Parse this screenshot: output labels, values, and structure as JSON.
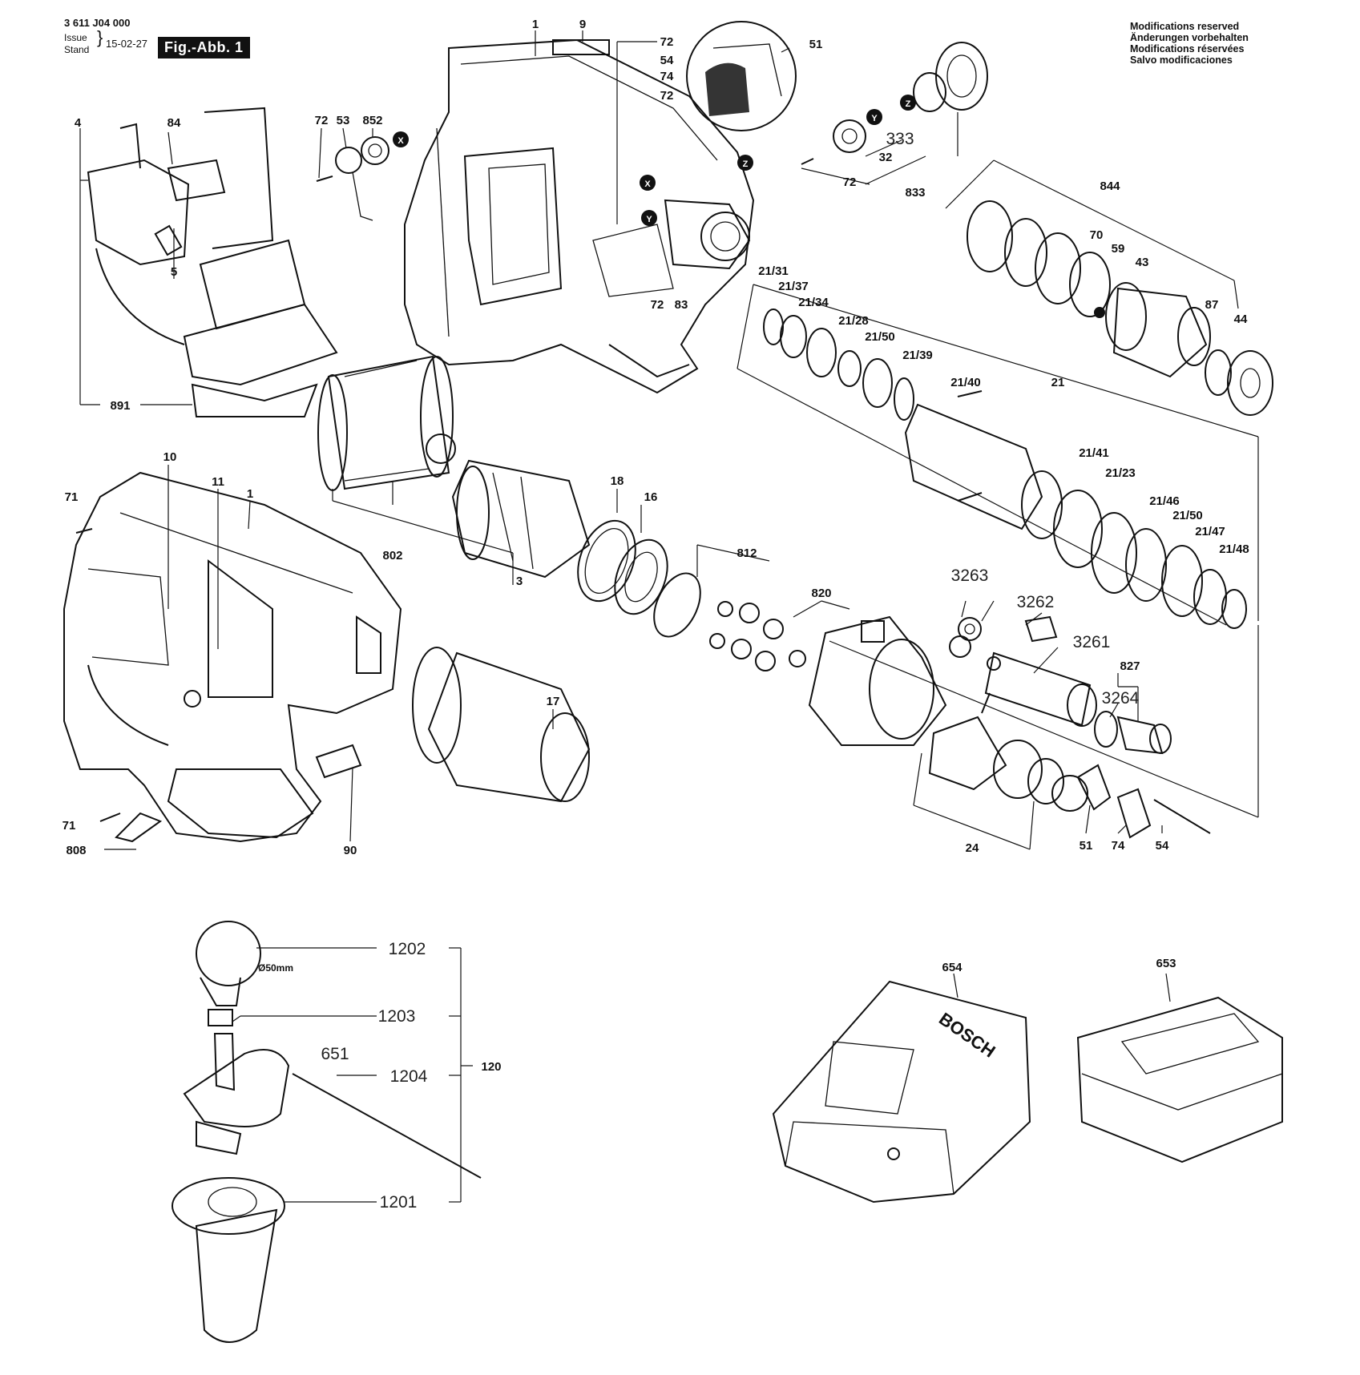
{
  "header": {
    "doc_number": "3 611 J04 000",
    "issue_label": "Issue",
    "stand_label": "Stand",
    "issue_date": "15-02-27",
    "figure_badge": "Fig.-Abb. 1"
  },
  "modifications": [
    "Modifications reserved",
    "Änderungen vorbehalten",
    "Modifications réservées",
    "Salvo modificaciones"
  ],
  "markers": {
    "x": "X",
    "y": "Y",
    "z": "Z"
  },
  "callouts": {
    "c1_top": "1",
    "c9": "9",
    "c72_a": "72",
    "c51_top": "51",
    "c54_top": "54",
    "c74_top": "74",
    "c72_b": "72",
    "c72_c": "72",
    "c53": "53",
    "c852": "852",
    "c4": "4",
    "c84": "84",
    "c5": "5",
    "c891": "891",
    "c72_d": "72",
    "c83": "83",
    "c32": "32",
    "c333": "333",
    "c833": "833",
    "c72_e": "72",
    "c844": "844",
    "c70": "70",
    "c59": "59",
    "c43": "43",
    "c87": "87",
    "c44": "44",
    "c21_31": "21/31",
    "c21_37": "21/37",
    "c21_34": "21/34",
    "c21_28": "21/28",
    "c21_50a": "21/50",
    "c21_39": "21/39",
    "c21_40": "21/40",
    "c21": "21",
    "c21_41": "21/41",
    "c21_23": "21/23",
    "c21_46": "21/46",
    "c21_50b": "21/50",
    "c21_47": "21/47",
    "c21_48": "21/48",
    "c10": "10",
    "c11": "11",
    "c1_low": "1",
    "c71_a": "71",
    "c802": "802",
    "c3": "3",
    "c18": "18",
    "c16": "16",
    "c812": "812",
    "c820": "820",
    "c3263": "3263",
    "c3262": "3262",
    "c3261": "3261",
    "c827": "827",
    "c3264": "3264",
    "c17": "17",
    "c71_b": "71",
    "c808": "808",
    "c90": "90",
    "c24": "24",
    "c51_low": "51",
    "c74_low": "74",
    "c54_low": "54",
    "c1202": "1202",
    "c50mm": "Ø50mm",
    "c1203": "1203",
    "c651": "651",
    "c1204": "1204",
    "c120": "120",
    "c1201": "1201",
    "c654": "654",
    "c653": "653",
    "brand": "BOSCH"
  }
}
